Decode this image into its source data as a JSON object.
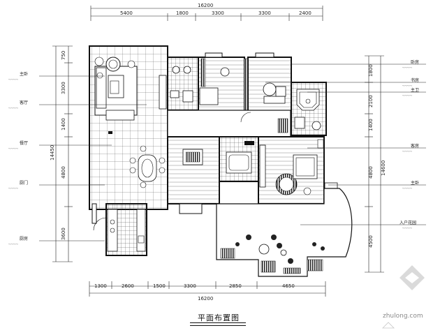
{
  "title": "平面布置图",
  "watermark": "zhulong.com",
  "dims": {
    "top_total": "16200",
    "top": [
      "5400",
      "1800",
      "3300",
      "3300",
      "2400"
    ],
    "bottom": [
      "1300",
      "2600",
      "1500",
      "3300",
      "2850",
      "4650"
    ],
    "bottom_total": "16200",
    "left": [
      "750",
      "3300",
      "1400",
      "4800",
      "3600"
    ],
    "left_total": "14450",
    "right": [
      "1800",
      "2100",
      "1400",
      "4800",
      "4500"
    ],
    "right_total": "14600"
  },
  "labels_left": [
    {
      "name": "主卧",
      "sub": "～～～～"
    },
    {
      "name": "客厅",
      "sub": "～～～～"
    },
    {
      "name": "餐厅",
      "sub": "～～～～"
    },
    {
      "name": "厨门",
      "sub": "～～～～"
    },
    {
      "name": "厨房",
      "sub": "～～～～"
    }
  ],
  "labels_right": [
    {
      "name": "卧房",
      "sub": "～～～～"
    },
    {
      "name": "书房",
      "sub": "～～～～"
    },
    {
      "name": "主卫",
      "sub": "～～～～"
    },
    {
      "name": "客房",
      "sub": "～～～～"
    },
    {
      "name": "主卧",
      "sub": "～～～～"
    },
    {
      "name": "入户花园",
      "sub": "～～～～"
    }
  ]
}
